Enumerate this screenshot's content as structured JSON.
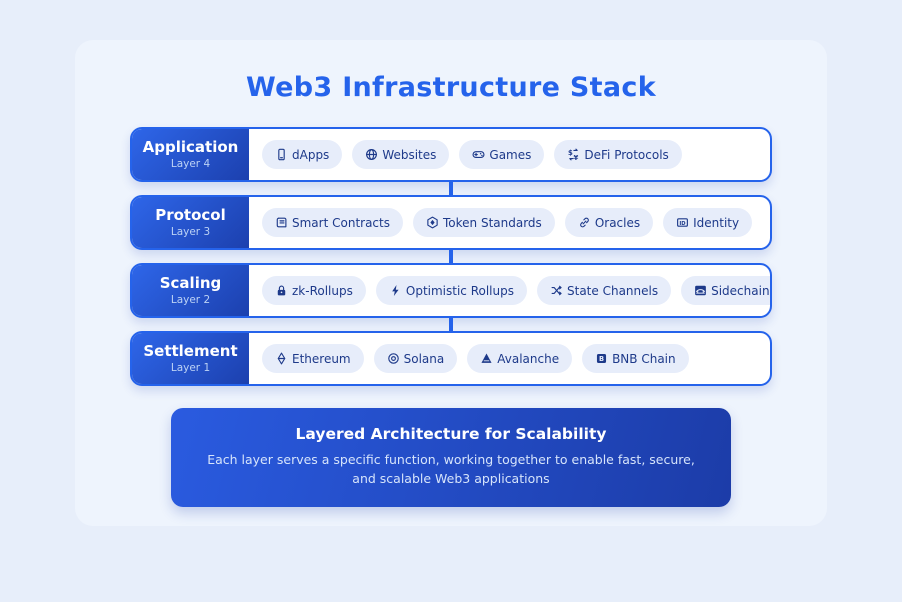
{
  "title": "Web3 Infrastructure Stack",
  "colors": {
    "accent": "#2563eb",
    "row_border": "#2563eb",
    "label_gradient_from": "#2e66e9",
    "label_gradient_to": "#1c40ae",
    "chip_bg": "#e7edfa",
    "chip_text": "#1e3a8a",
    "layer_sub_text": "#bcd2f5",
    "page_bg": "#e7eefa",
    "panel_bg": "#eef4fd",
    "banner_gradient_from": "#2a5be0",
    "banner_gradient_to": "#1c3ca8"
  },
  "layers": [
    {
      "name": "Application",
      "sub": "Layer 4",
      "chips": [
        {
          "icon": "smartphone-icon",
          "label": "dApps"
        },
        {
          "icon": "globe-icon",
          "label": "Websites"
        },
        {
          "icon": "gamepad-icon",
          "label": "Games"
        },
        {
          "icon": "currency-exchange-icon",
          "label": "DeFi Protocols"
        }
      ]
    },
    {
      "name": "Protocol",
      "sub": "Layer 3",
      "chips": [
        {
          "icon": "scroll-icon",
          "label": "Smart Contracts"
        },
        {
          "icon": "token-icon",
          "label": "Token Standards"
        },
        {
          "icon": "link-icon",
          "label": "Oracles"
        },
        {
          "icon": "id-card-icon",
          "label": "Identity"
        }
      ]
    },
    {
      "name": "Scaling",
      "sub": "Layer 2",
      "chips": [
        {
          "icon": "lock-icon",
          "label": "zk-Rollups"
        },
        {
          "icon": "lightning-icon",
          "label": "Optimistic Rollups"
        },
        {
          "icon": "shuffle-icon",
          "label": "State Channels"
        },
        {
          "icon": "bridge-icon",
          "label": "Sidechains"
        }
      ]
    },
    {
      "name": "Settlement",
      "sub": "Layer 1",
      "chips": [
        {
          "icon": "ethereum-icon",
          "label": "Ethereum"
        },
        {
          "icon": "solana-icon",
          "label": "Solana"
        },
        {
          "icon": "avalanche-icon",
          "label": "Avalanche"
        },
        {
          "icon": "bnb-icon",
          "label": "BNB Chain"
        }
      ]
    }
  ],
  "banner": {
    "title": "Layered Architecture for Scalability",
    "description": "Each layer serves a specific function, working together to enable fast, secure, and scalable Web3 applications"
  }
}
